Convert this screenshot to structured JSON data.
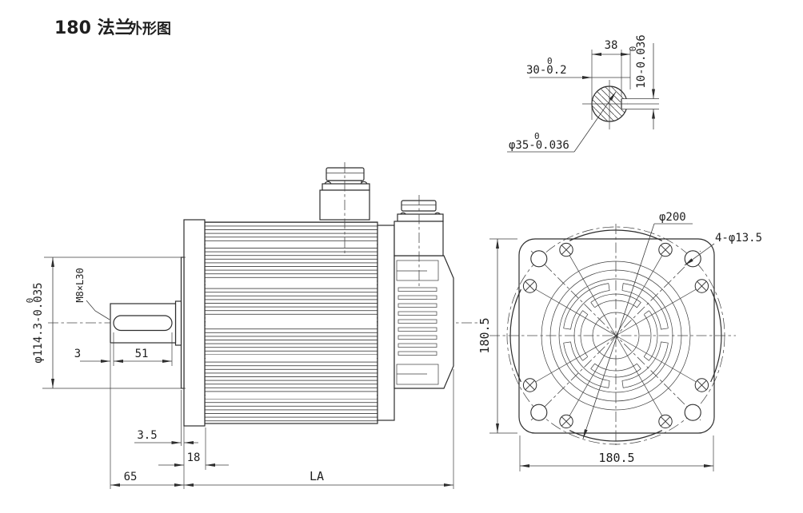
{
  "title": {
    "primary": "180 法兰",
    "secondary": "外形图"
  },
  "shaft_section_detail": {
    "keyway_width": "38",
    "flat_to_edge": {
      "text": "30-0.2",
      "upper_tol": "0"
    },
    "keyway_depth": {
      "text": "10-0.036",
      "upper_tol": "0"
    },
    "shaft_diameter": {
      "text": "φ35-0.036",
      "upper_tol": "0"
    }
  },
  "side_view": {
    "pilot_diameter": {
      "text": "φ114.3-0.035",
      "upper_tol": "0"
    },
    "shaft_tap": "M8×L30",
    "key_start_offset": "3",
    "key_length": "51",
    "pilot_depth": "3.5",
    "flange_thickness": "18",
    "shaft_extension": "65",
    "body_length": "LA"
  },
  "front_view": {
    "bolt_circle_diameter": "φ200",
    "mounting_holes": "4-φ13.5",
    "flange_height": "180.5",
    "flange_width": "180.5"
  }
}
